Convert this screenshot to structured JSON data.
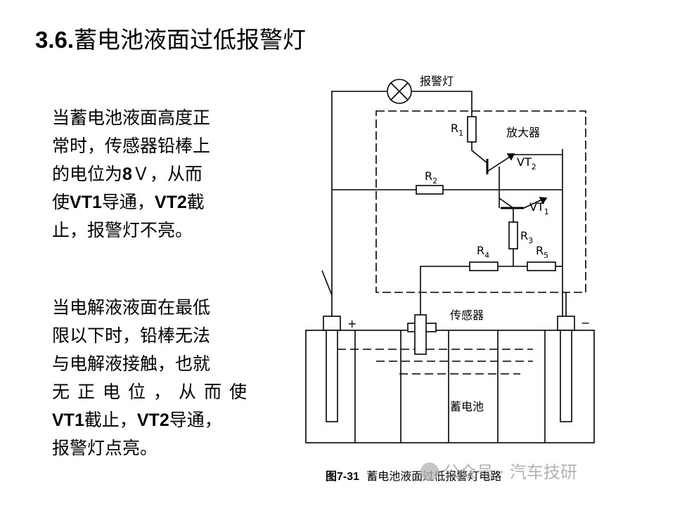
{
  "header": {
    "section_number": "3.6.",
    "title": "蓄电池液面过低报警灯"
  },
  "paragraph1": {
    "line1": "当蓄电池液面高度正",
    "line2": "常时，传感器铅棒上",
    "line3_pre": "的电位为",
    "line3_bold": "8",
    "line3_post": "Ｖ，从而",
    "line4_pre": "使",
    "line4_bold1": "VT1",
    "line4_mid": "导通，",
    "line4_bold2": "VT2",
    "line4_post": "截",
    "line5": "止，报警灯不亮。"
  },
  "paragraph2": {
    "line1": "当电解液液面在最低",
    "line2": "限以下时，铅棒无法",
    "line3": "与电解液接触，也就",
    "line4": "无正电位，从而使",
    "line5_bold1": "VT1",
    "line5_mid": "截止，",
    "line5_bold2": "VT2",
    "line5_post": "导通，",
    "line6": "报警灯点亮。"
  },
  "diagram": {
    "lamp_label": "报警灯",
    "amplifier_label": "放大器",
    "r1": "R",
    "r1_sub": "1",
    "r2": "R",
    "r2_sub": "2",
    "r3": "R",
    "r3_sub": "3",
    "r4": "R",
    "r4_sub": "4",
    "r5": "R",
    "r5_sub": "5",
    "vt2": "VT",
    "vt2_sub": "2",
    "vt1": "VT",
    "vt1_sub": "1",
    "sensor_label": "传感器",
    "battery_label": "蓄电池",
    "plus": "+",
    "minus": "−"
  },
  "caption": {
    "figure": "图7-31",
    "text": "蓄电池液面过低报警灯电路"
  },
  "watermark": {
    "text": "公众号 · 汽车技研"
  }
}
